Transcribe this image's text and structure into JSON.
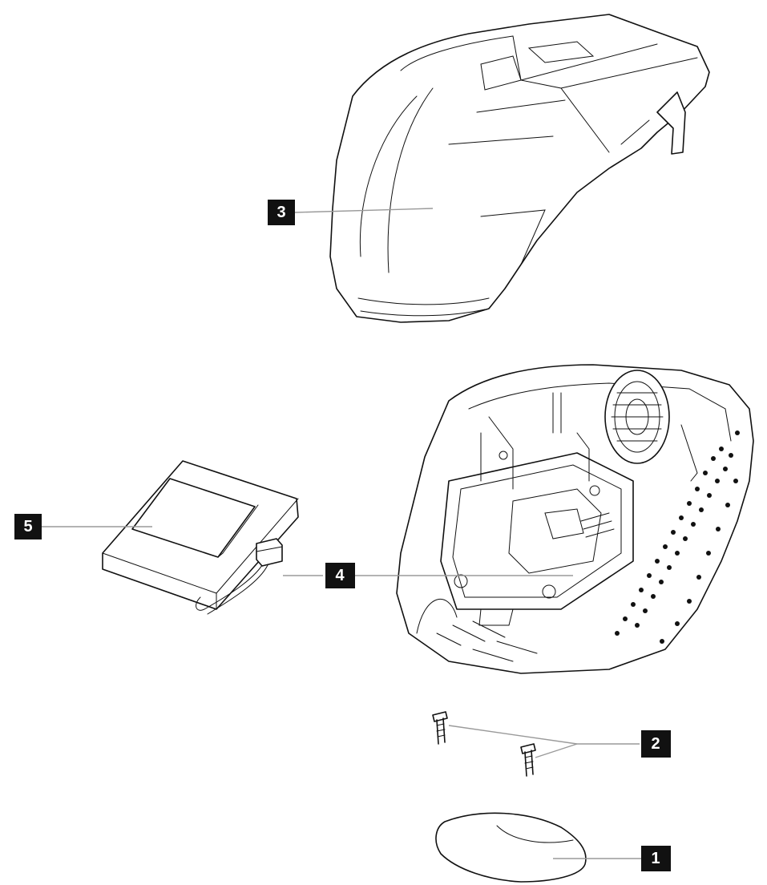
{
  "callouts": [
    {
      "number": "1",
      "part": "glide-pad"
    },
    {
      "number": "2",
      "part": "screws"
    },
    {
      "number": "3",
      "part": "top-shell"
    },
    {
      "number": "4",
      "part": "base-connector"
    },
    {
      "number": "5",
      "part": "battery"
    }
  ],
  "colors": {
    "ink": "#111111",
    "leader": "#9a9a9a",
    "background": "#ffffff"
  }
}
